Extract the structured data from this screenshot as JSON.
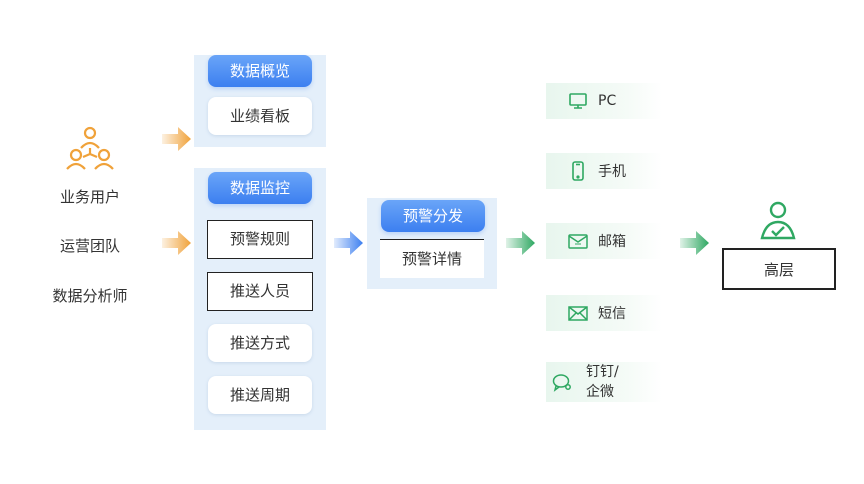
{
  "users": [
    "业务用户",
    "运营团队",
    "数据分析师"
  ],
  "overview_panel": {
    "header": "数据概览",
    "items": [
      "业绩看板"
    ]
  },
  "monitor_panel": {
    "header": "数据监控",
    "items": [
      "预警规则",
      "推送人员",
      "推送方式",
      "推送周期"
    ]
  },
  "alert_panel": {
    "header": "预警分发",
    "items": [
      "预警详情"
    ]
  },
  "channels": [
    {
      "label": "PC",
      "icon": "monitor-icon"
    },
    {
      "label": "手机",
      "icon": "phone-icon"
    },
    {
      "label": "邮箱",
      "icon": "email-icon"
    },
    {
      "label": "短信",
      "icon": "sms-icon"
    },
    {
      "label_line1": "钉钉/",
      "label_line2": "企微",
      "icon": "chat-icon"
    }
  ],
  "target": "高层",
  "colors": {
    "user_orange": "#f0a23a",
    "panel_blue": "#3c7ff0",
    "panel_bg": "#e4effa",
    "channel_green": "#2fa862",
    "channel_bg": "#e8f6ee"
  }
}
